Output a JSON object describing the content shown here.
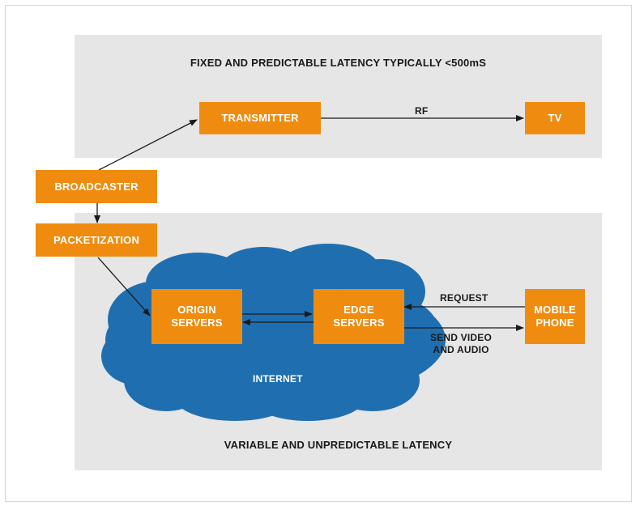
{
  "regions": {
    "top_caption": "FIXED AND PREDICTABLE LATENCY TYPICALLY <500mS",
    "bottom_caption": "VARIABLE AND UNPREDICTABLE LATENCY"
  },
  "nodes": {
    "transmitter": "TRANSMITTER",
    "tv": "TV",
    "broadcaster": "BROADCASTER",
    "packetization": "PACKETIZATION",
    "origin_servers": "ORIGIN\nSERVERS",
    "edge_servers": "EDGE\nSERVERS",
    "mobile_phone": "MOBILE\nPHONE"
  },
  "edges": {
    "rf": "RF",
    "request": "REQUEST",
    "send_video": "SEND VIDEO\nAND AUDIO"
  },
  "cloud_label": "INTERNET",
  "colors": {
    "box": "#ef8c0f",
    "region": "#e6e6e6",
    "cloud": "#1f6fb0",
    "arrow": "#1a1a1a"
  }
}
